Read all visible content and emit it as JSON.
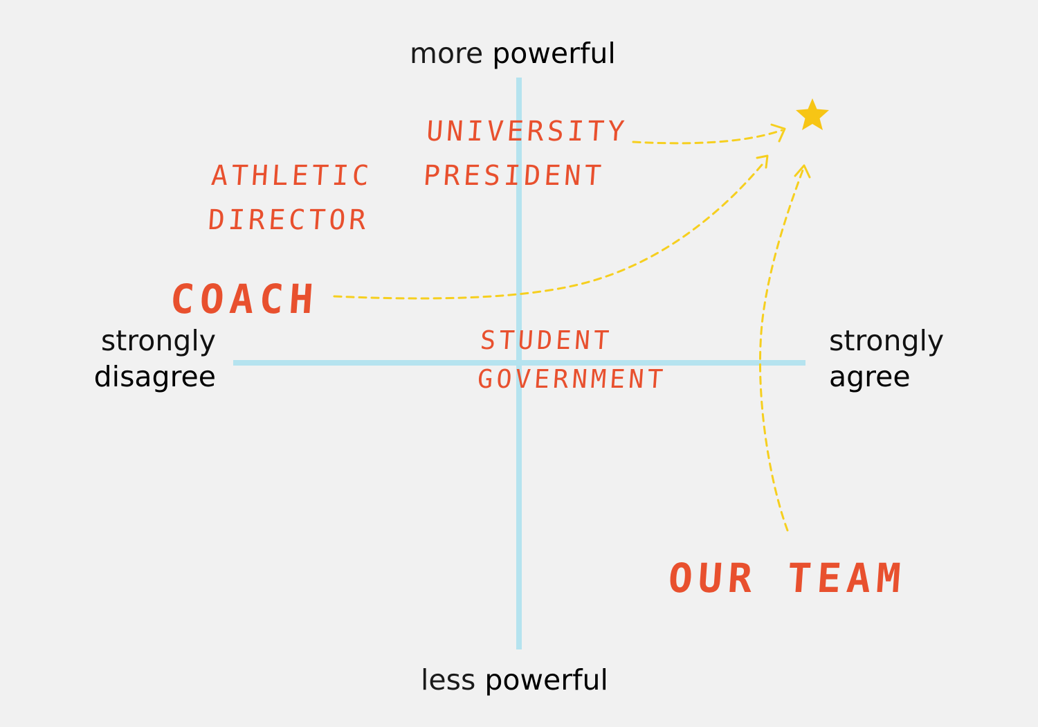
{
  "axes": {
    "top": {
      "light": "more",
      "bold": "powerful"
    },
    "bottom": {
      "light": "less",
      "bold": "powerful"
    },
    "left": {
      "light": "strongly",
      "bold": "disagree"
    },
    "right": {
      "light": "strongly",
      "bold": "agree"
    }
  },
  "stakeholders": {
    "university_president": [
      "UNIVERSITY",
      "PRESIDENT"
    ],
    "athletic_director": [
      "ATHLETIC",
      "DIRECTOR"
    ],
    "coach": "COACH",
    "student_government": [
      "STUDENT",
      "GOVERNMENT"
    ],
    "our_team": "OUR TEAM"
  },
  "goal_icon": "star-icon",
  "colors": {
    "background": "#f1f1f1",
    "axis": "#b5e3ef",
    "stakeholder_text": "#e8502e",
    "arrow": "#f6cf1f",
    "star": "#f7c515"
  }
}
